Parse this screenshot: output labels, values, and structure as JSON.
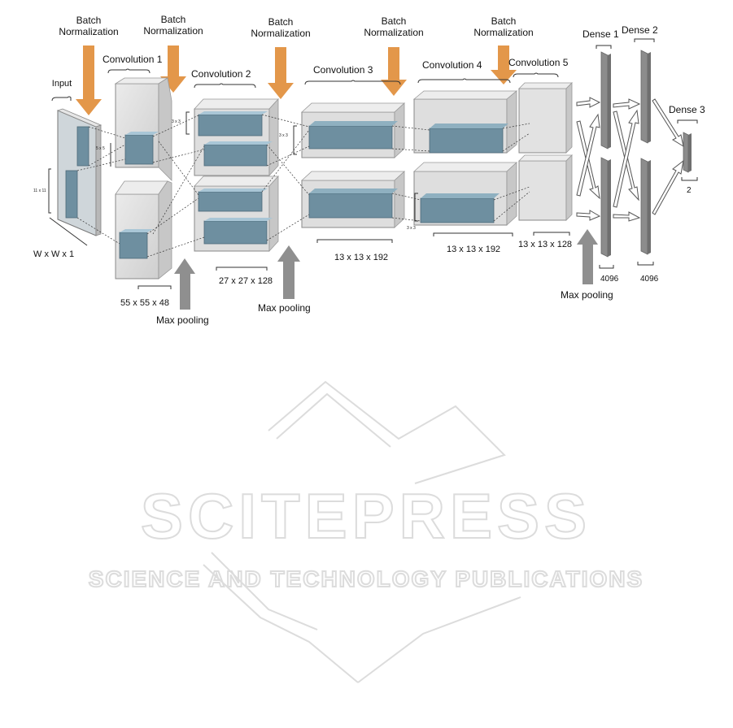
{
  "labels": {
    "batch_norm_top": "Batch",
    "batch_norm_bottom": "Normalization",
    "input": "Input",
    "input_dims": "W x W x 1",
    "kernel_11": "11 x 11",
    "kernel_5": "5 x 5",
    "kernel_3": "3 x 3",
    "conv1": "Convolution 1",
    "conv2": "Convolution 2",
    "conv3": "Convolution 3",
    "conv4": "Convolution 4",
    "conv5": "Convolution 5",
    "conv1_dims": "55 x 55 x 48",
    "conv2_dims": "27 x 27 x 128",
    "conv3_dims": "13 x 13 x 192",
    "conv4_dims": "13 x 13 x 192",
    "conv5_dims": "13 x 13 x 128",
    "max_pooling": "Max pooling",
    "dense1": "Dense 1",
    "dense2": "Dense 2",
    "dense3": "Dense 3",
    "dense1_size": "4096",
    "dense2_size": "4096",
    "dense3_size": "2"
  },
  "watermark": {
    "main": "SCITEPRESS",
    "sub": "SCIENCE AND TECHNOLOGY PUBLICATIONS"
  },
  "colors": {
    "batch_norm_arrow": "#e3974a",
    "max_pool_arrow": "#8f8f8f",
    "volume_fill": "#dcdcdc",
    "feature_fill": "#6e8fa0",
    "feature_top": "#a9c6d6",
    "dense_bar": "#8c8c8c",
    "watermark": "#dcdcdc"
  }
}
